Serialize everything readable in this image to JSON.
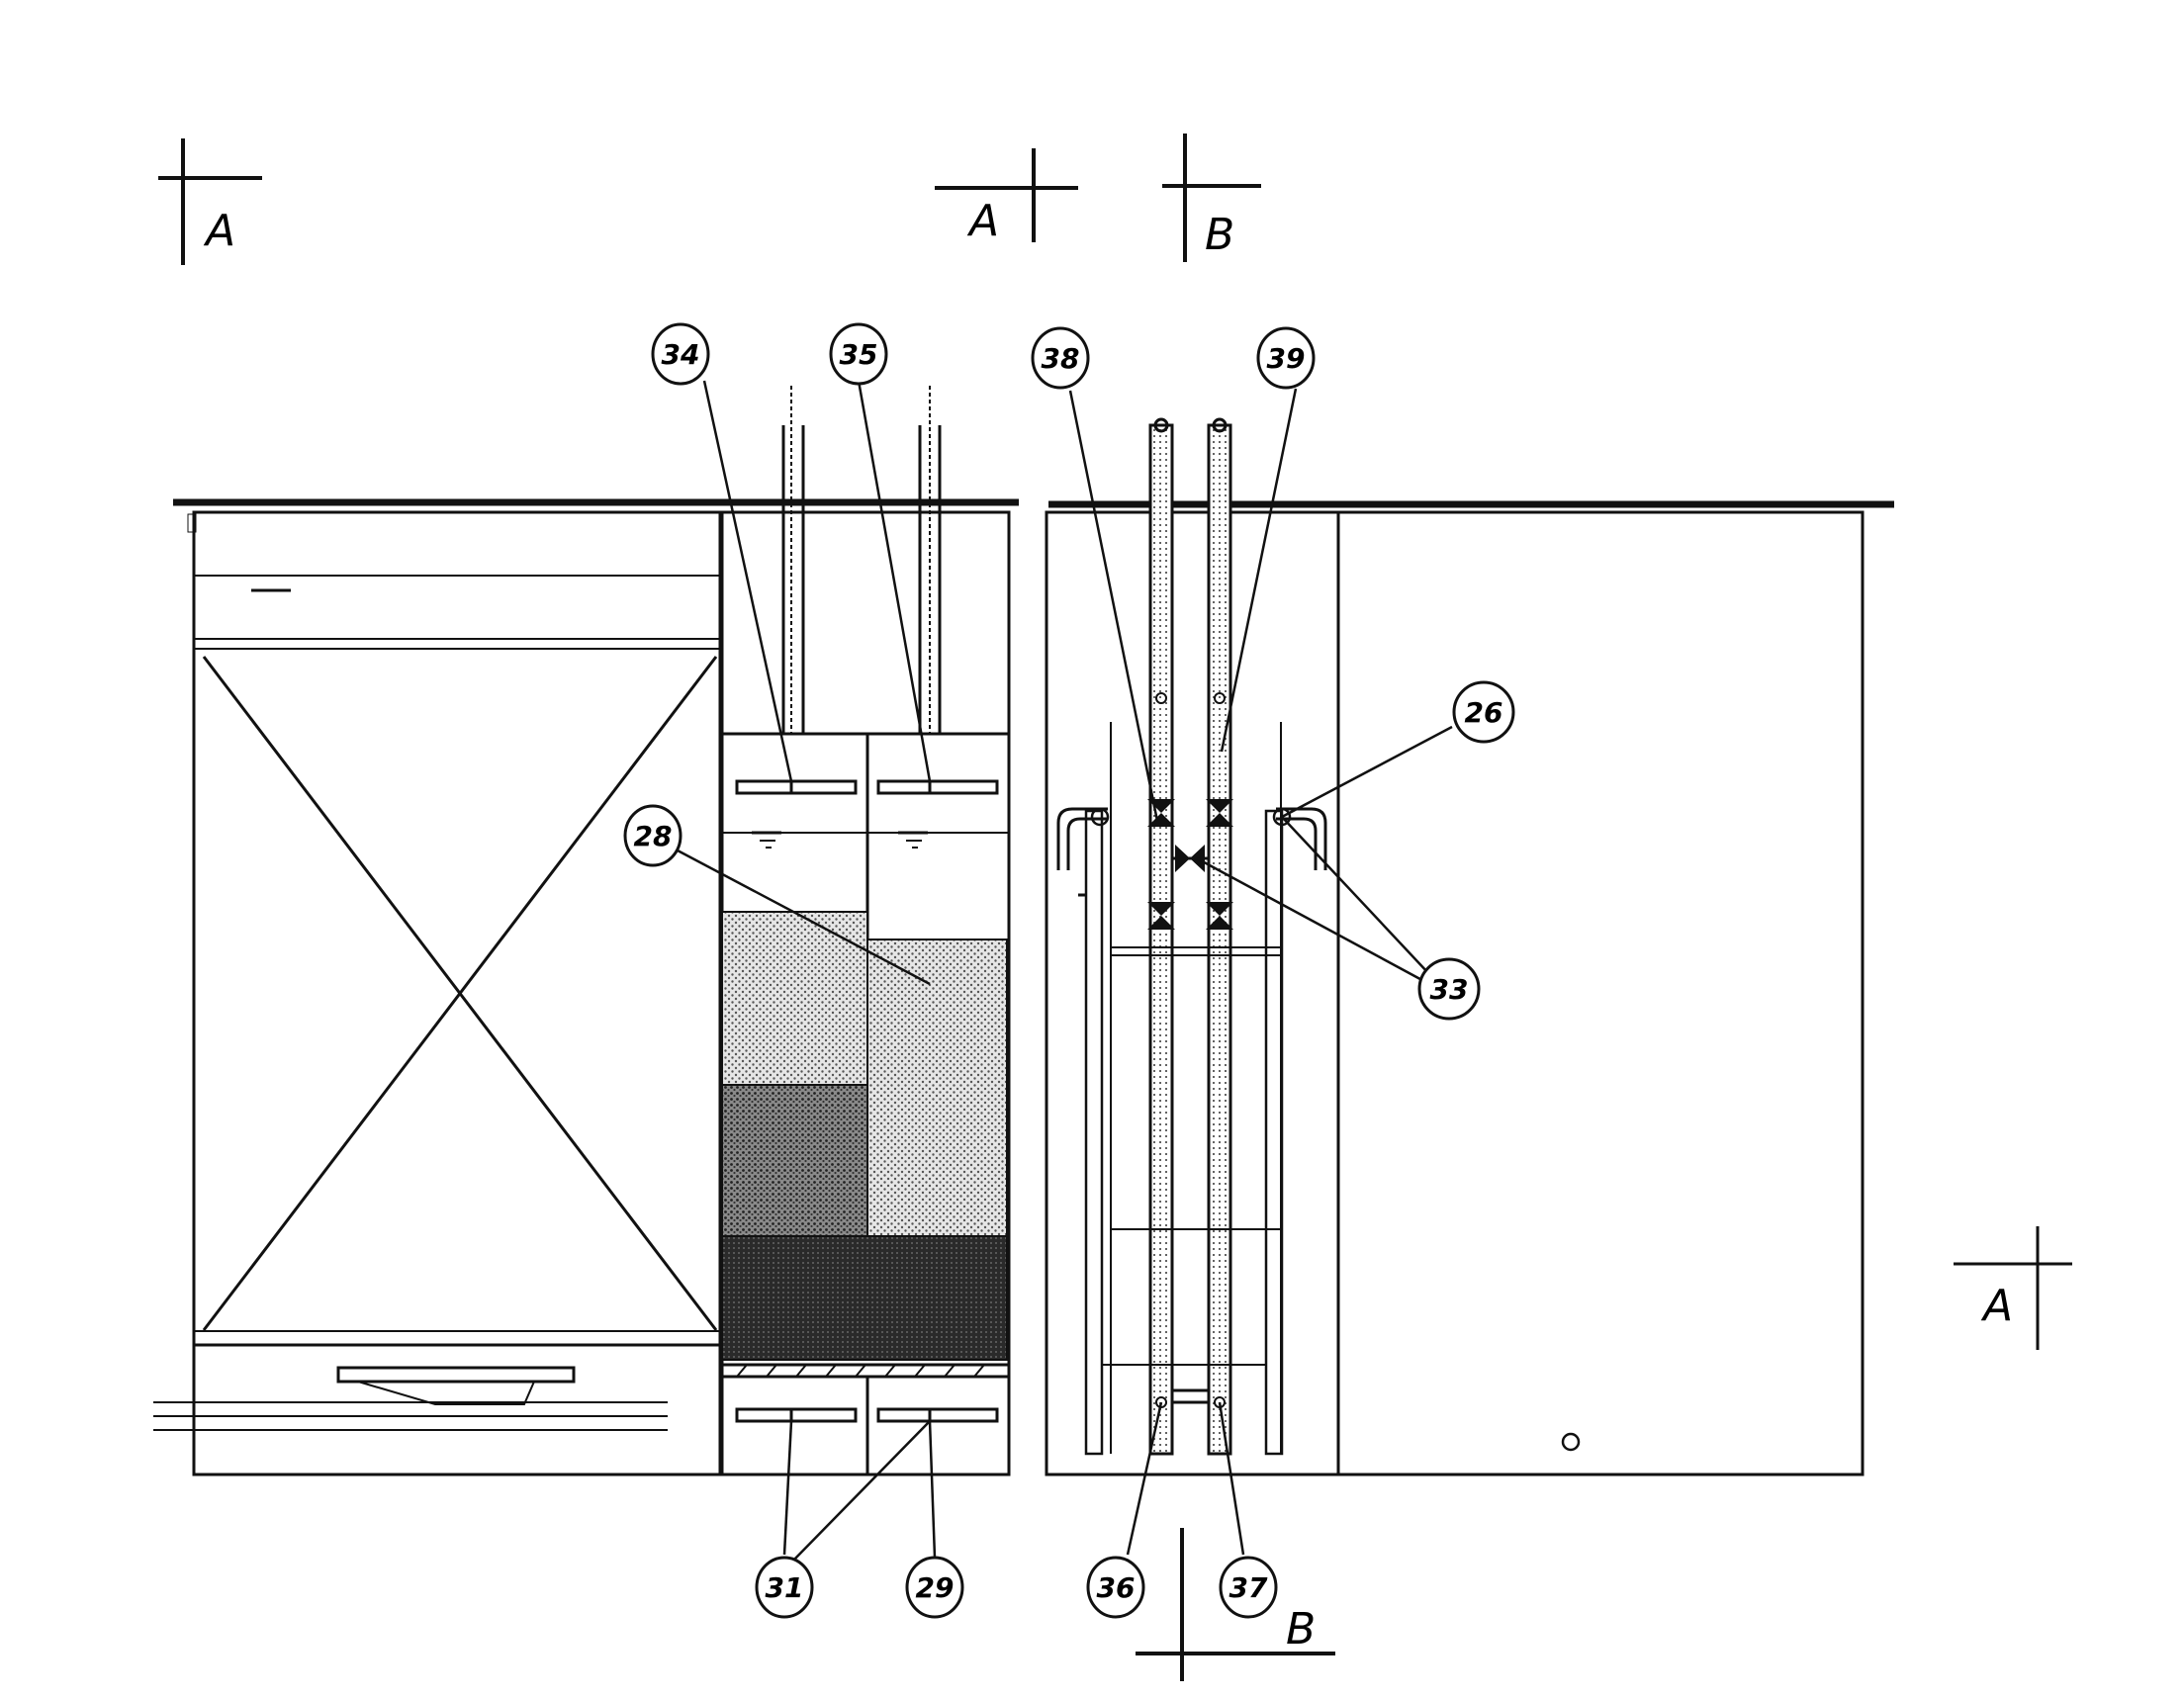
{
  "figure": {
    "section_marks": {
      "a_top_left": "A",
      "a_top_center": "A",
      "b_top": "B",
      "a_right": "A",
      "b_bottom": "B"
    },
    "callouts": {
      "c34": "34",
      "c35": "35",
      "c38": "38",
      "c39": "39",
      "c26": "26",
      "c28": "28",
      "c33": "33",
      "c31": "31",
      "c29": "29",
      "c36": "36",
      "c37": "37"
    },
    "colors": {
      "ink": "#111111",
      "fine_sand": "#c8c8c8",
      "coarse_media": "#7a7a7a",
      "gravel": "#2a2a2a"
    }
  }
}
